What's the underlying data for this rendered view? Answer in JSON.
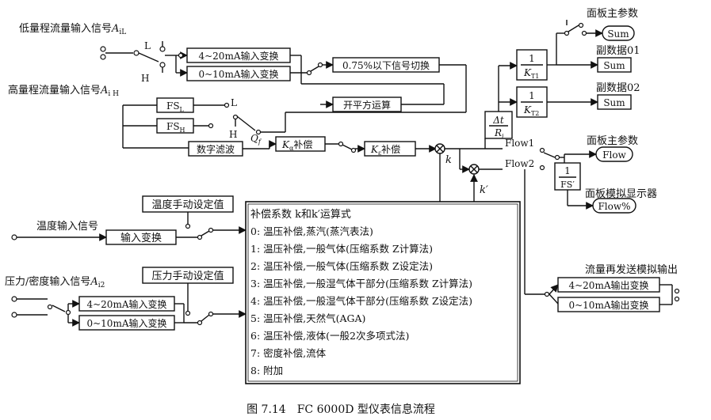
{
  "inputs": {
    "low_range": "低量程流量输入信号",
    "low_range_symbol": "A",
    "low_range_sub": "iL",
    "high_range": "高量程流量输入信号",
    "high_range_symbol": "A",
    "high_range_sub": "i H",
    "temperature": "温度输入信号",
    "pressure": "压力/密度输入信号",
    "pressure_symbol": "A",
    "pressure_sub": "i2"
  },
  "switch_labels": {
    "L": "L",
    "H": "H"
  },
  "blocks": {
    "in_4_20": "4~20mA输入变换",
    "in_0_10": "0~10mA输入变换",
    "signal_switch": "0.75%以下信号切换",
    "sqrt": "开平方运算",
    "fs_l": "FS",
    "fs_l_sub": "L",
    "fs_h": "FS",
    "fs_h_sub": "H",
    "digital_filter": "数字滤波",
    "qf": "Q",
    "qf_sub": "f",
    "k_alpha": "补偿",
    "k_alpha_sym": "K",
    "k_alpha_sub": "α",
    "k_epsilon": "补偿",
    "k_epsilon_sym": "K",
    "k_epsilon_sub": "ε",
    "k": "k",
    "k_prime": "k′",
    "temp_manual": "温度手动设定值",
    "temp_convert": "输入变换",
    "press_manual": "压力手动设定值",
    "press_in_4_20": "4~20mA输入变换",
    "press_in_0_10": "0~10mA输入变换",
    "kt1_num": "1",
    "kt1_den": "K",
    "kt1_sub": "T1",
    "kt2_num": "1",
    "kt2_den": "K",
    "kt2_sub": "T2",
    "dt_num": "Δt",
    "dt_den": "R",
    "dt_sub": "i",
    "fs_prime_num": "1",
    "fs_prime_den": "FS′",
    "out_4_20": "4~20mA输出变换",
    "out_0_10": "0~10mA输出变换"
  },
  "outputs": {
    "panel_main_top": "面板主参数",
    "sum": "Sum",
    "sub_data_01": "副数据01",
    "sub_data_02": "副数据02",
    "flow1": "Flow1",
    "flow2": "Flow2",
    "panel_main": "面板主参数",
    "flow": "Flow",
    "panel_analog": "面板模拟显示器",
    "flow_pct": "Flow%",
    "retransmit": "流量再发送模拟输出"
  },
  "comp_table": {
    "title": "补偿系数 k和k′运算式",
    "items": [
      "0: 温压补偿,蒸汽(蒸汽表法)",
      "1: 温压补偿,一般气体(压缩系数 Z计算法)",
      "2: 温压补偿,一般气体(压缩系数 Z设定法)",
      "3: 温压补偿,一般湿气体干部分(压缩系数 Z计算法)",
      "4: 温压补偿,一般湿气体干部分(压缩系数 Z设定法)",
      "5: 温压补偿,天然气(AGA)",
      "6: 温压补偿,液体(一般2次多项式法)",
      "7: 密度补偿,流体",
      "8: 附加"
    ]
  },
  "caption": "图 7.14　FC 6000D 型仪表信息流程"
}
